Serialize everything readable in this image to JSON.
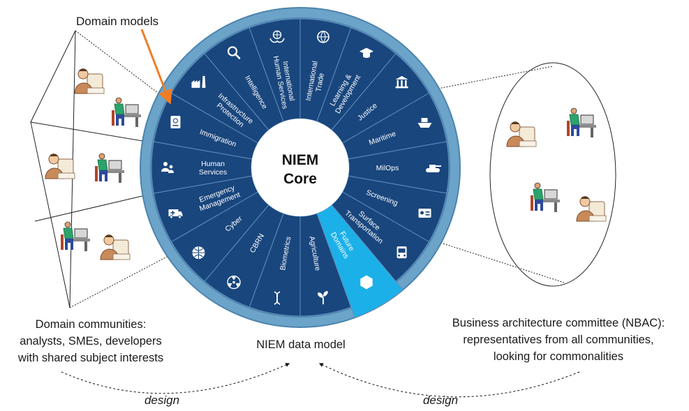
{
  "diagram": {
    "core": {
      "line1": "NIEM",
      "line2": "Core"
    },
    "domains": [
      {
        "lines": [
          "International",
          "Trade"
        ],
        "icon": "globe-trade-icon"
      },
      {
        "lines": [
          "Learning &",
          "Development"
        ],
        "icon": "graduation-cap-icon"
      },
      {
        "lines": [
          "Justice"
        ],
        "icon": "courthouse-icon"
      },
      {
        "lines": [
          "Maritime"
        ],
        "icon": "ship-icon"
      },
      {
        "lines": [
          "MilOps"
        ],
        "icon": "tank-icon"
      },
      {
        "lines": [
          "Screening"
        ],
        "icon": "id-card-icon"
      },
      {
        "lines": [
          "Surface",
          "Transportation"
        ],
        "icon": "bus-icon"
      },
      {
        "lines": [
          "Future",
          "Domains"
        ],
        "icon": "hexagon-icon",
        "highlight": true
      },
      {
        "lines": [
          "Agriculture"
        ],
        "icon": "sprout-icon"
      },
      {
        "lines": [
          "Biometrics"
        ],
        "icon": "dna-icon"
      },
      {
        "lines": [
          "CBRN"
        ],
        "icon": "radiation-icon"
      },
      {
        "lines": [
          "Cyber"
        ],
        "icon": "cyber-globe-icon"
      },
      {
        "lines": [
          "Emergency",
          "Management"
        ],
        "icon": "ambulance-icon"
      },
      {
        "lines": [
          "Human",
          "Services"
        ],
        "icon": "people-icon"
      },
      {
        "lines": [
          "Immigration"
        ],
        "icon": "passport-icon"
      },
      {
        "lines": [
          "Infrastructure",
          "Protection"
        ],
        "icon": "power-plant-icon"
      },
      {
        "lines": [
          "Intelligence"
        ],
        "icon": "magnifier-icon"
      },
      {
        "lines": [
          "International",
          "Human Services"
        ],
        "icon": "hands-globe-icon"
      }
    ],
    "labels": {
      "domain_models": "Domain models",
      "domain_communities": [
        "Domain communities:",
        "analysts, SMEs, developers",
        "with shared subject interests"
      ],
      "data_model": "NIEM data model",
      "nbac": [
        "Business architecture committee (NBAC):",
        "representatives from all communities,",
        "looking for commonalities"
      ],
      "design_left": "design",
      "design_right": "design"
    },
    "colors": {
      "outer_ring": "#6ba3c9",
      "ring_edge": "#4c84ad",
      "segment": "#19467d",
      "segment_line": "#5f8fbe",
      "highlight": "#1cb0e8",
      "arrow": "#f07d25",
      "core": "#ffffff"
    }
  }
}
